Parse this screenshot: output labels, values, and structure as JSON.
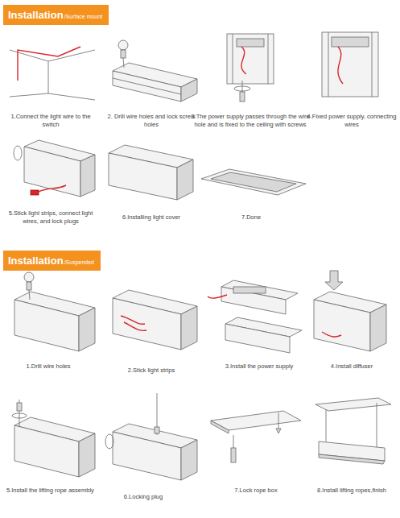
{
  "diagram": {
    "nodes": [
      {
        "text": [
          "Installation",
          "/Surface mount"
        ]
      },
      {
        "text": [
          "Installation",
          "/Suspended"
        ]
      }
    ],
    "edges": [],
    "labels": [
      "1.Connect the light wire to the switch",
      "2. Drill wire holes and lock screw holes",
      "3.The power supply passes through the wire hole and is fixed to the ceiling with screws",
      "4.Fixed power supply, connecting wires",
      "5.Stick light strips, connect light wires, and lock plugs",
      "6.Installing light cover",
      "7.Done",
      "1.Drill wire holes",
      "2.Stick light strips",
      "3.Install the power supply",
      "4.Install diffuser",
      "5.Install the lifting rope assembly",
      "6.Locking plug",
      "7.Lock rope box",
      "8.Install lifting ropes,finish"
    ]
  }
}
